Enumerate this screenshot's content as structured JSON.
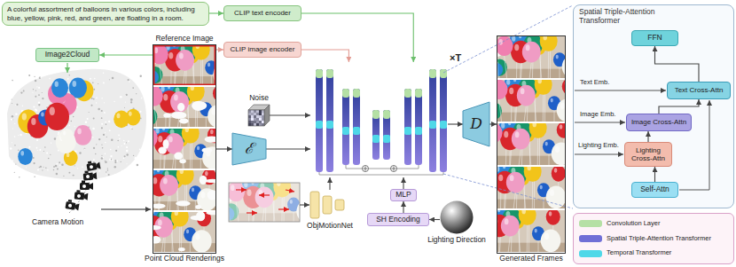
{
  "diagram": {
    "nodes": [
      {
        "text": [
          "A colorful assortment of balloons in various colors, including blue, yellow, pink, red, and green, are floating in a room."
        ]
      },
      {
        "text": [
          "Image2Cloud"
        ]
      },
      {
        "text": [
          "CLIP text encoder"
        ]
      },
      {
        "text": [
          "CLIP image encoder"
        ]
      },
      {
        "text": [
          "Reference Image",
          "Point Cloud Renderings"
        ]
      },
      {
        "text": [
          "Noise"
        ]
      },
      {
        "text": [
          "ℰ"
        ]
      },
      {
        "text": [
          "×T"
        ]
      },
      {
        "text": [
          "ObjMotionNet"
        ]
      },
      {
        "text": [
          "MLP"
        ]
      },
      {
        "text": [
          "SH Encoding"
        ]
      },
      {
        "text": [
          "Lighting Direction"
        ]
      },
      {
        "text": [
          "D"
        ]
      },
      {
        "text": [
          "Generated Frames"
        ]
      },
      {
        "text": [
          "Spatial Triple-Attention Transformer"
        ]
      },
      {
        "text": [
          "FFN"
        ],
        "in": 14
      },
      {
        "text": [
          "Text Cross-Attn"
        ],
        "in": 14
      },
      {
        "text": [
          "Image Cross-Attn"
        ],
        "in": 14
      },
      {
        "text": [
          "Lighting Cross-Attn"
        ],
        "in": 14
      },
      {
        "text": [
          "Self-Attn"
        ],
        "in": 14
      }
    ],
    "edges": [
      {
        "from": 0,
        "to": 2,
        "arrow": "to"
      },
      {
        "from": 4,
        "to": 3,
        "arrow": "to"
      },
      {
        "from": 4,
        "to": 1,
        "arrow": "to"
      },
      {
        "from": 4,
        "to": 6,
        "arrow": "to"
      },
      {
        "from": 5,
        "to": 7,
        "arrow": "to"
      },
      {
        "from": 6,
        "to": 7,
        "arrow": "to"
      },
      {
        "from": 2,
        "to": 7,
        "arrow": "to"
      },
      {
        "from": 3,
        "to": 7,
        "arrow": "to"
      },
      {
        "from": 8,
        "to": 7,
        "arrow": "to"
      },
      {
        "from": 11,
        "to": 10,
        "arrow": "to"
      },
      {
        "from": 10,
        "to": 9,
        "arrow": "to"
      },
      {
        "from": 9,
        "to": 7,
        "arrow": "to"
      },
      {
        "from": 7,
        "to": 12,
        "arrow": "to"
      },
      {
        "from": 12,
        "to": 13,
        "arrow": "to"
      },
      {
        "from": 19,
        "to": 18,
        "arrow": "to"
      },
      {
        "from": 18,
        "to": 17,
        "arrow": "to"
      },
      {
        "from": 17,
        "to": 16,
        "arrow": "to"
      },
      {
        "from": 16,
        "to": 15,
        "arrow": "to"
      }
    ],
    "labels": [
      "Camera Motion",
      "Text Emb.",
      "Image Emb.",
      "Lighting Emb."
    ],
    "legend": [
      {
        "text": "Convolution Layer",
        "color": "#b5e0a5"
      },
      {
        "text": "Spatial Triple-Attention Transformer",
        "color": "#6f6fd6"
      },
      {
        "text": "Temporal Transformer",
        "color": "#4fd8e8"
      }
    ]
  }
}
